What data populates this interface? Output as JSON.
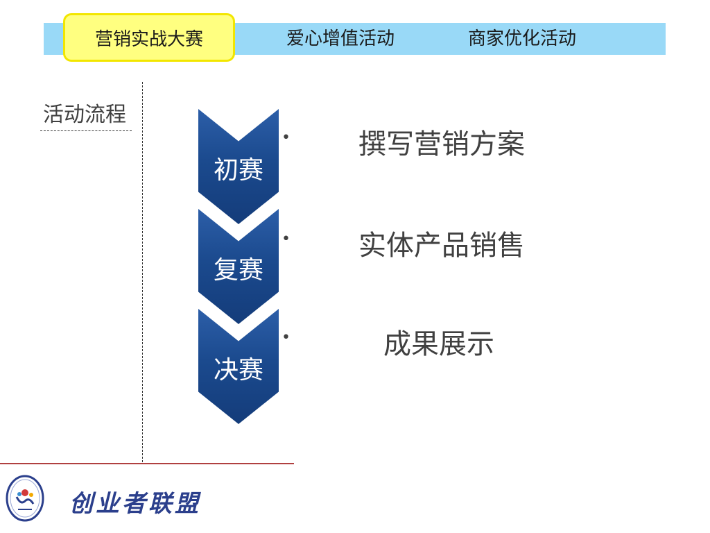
{
  "tabs": {
    "active": "营销实战大赛",
    "tab2": "爱心增值活动",
    "tab3": "商家优化活动"
  },
  "section_title": "活动流程",
  "steps": [
    {
      "label": "初赛",
      "desc": "撰写营销方案"
    },
    {
      "label": "复赛",
      "desc": "实体产品销售"
    },
    {
      "label": "决赛",
      "desc": "成果展示"
    }
  ],
  "bullet": "•",
  "logo_text": "创业者联盟",
  "colors": {
    "tab_bar": "#99d9f7",
    "active_tab_fill": "#ffff80",
    "active_tab_border": "#f2e600",
    "chevron": "#1b4a8e",
    "text": "#404040",
    "bottom_line": "#b04040"
  }
}
